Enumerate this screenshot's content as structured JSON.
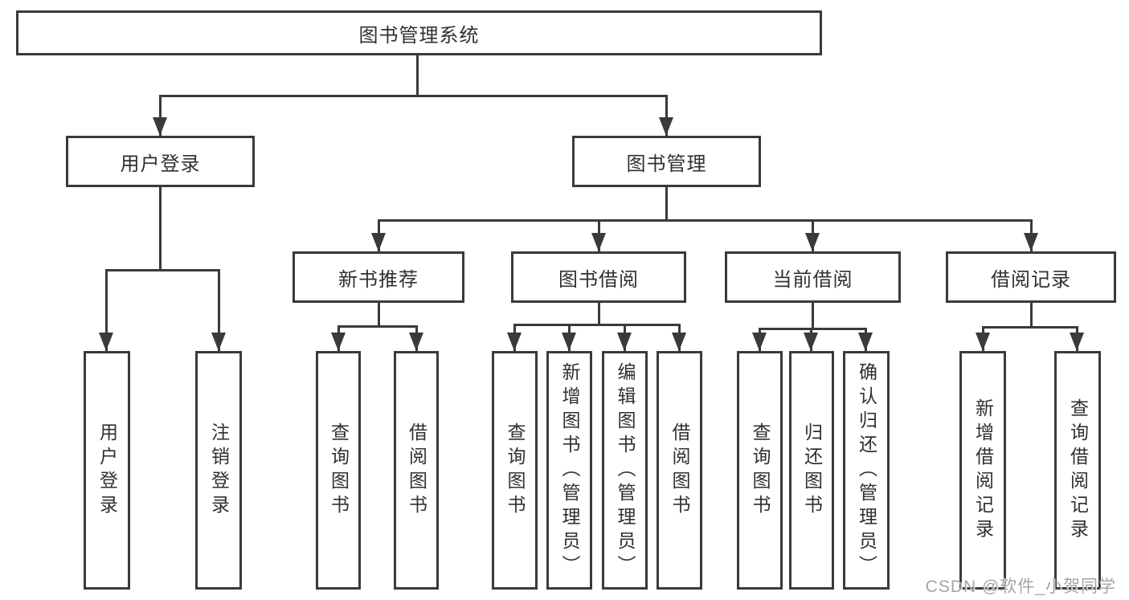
{
  "tree": {
    "label": "图书管理系统",
    "children": [
      {
        "label": "用户登录",
        "children": [
          {
            "label": "用户登录"
          },
          {
            "label": "注销登录"
          }
        ]
      },
      {
        "label": "图书管理",
        "children": [
          {
            "label": "新书推荐",
            "children": [
              {
                "label": "查询图书"
              },
              {
                "label": "借阅图书"
              }
            ]
          },
          {
            "label": "图书借阅",
            "children": [
              {
                "label": "查询图书"
              },
              {
                "label": "新增图书（管理员）"
              },
              {
                "label": "编辑图书（管理员）"
              },
              {
                "label": "借阅图书"
              }
            ]
          },
          {
            "label": "当前借阅",
            "children": [
              {
                "label": "查询图书"
              },
              {
                "label": "归还图书"
              },
              {
                "label": "确认归还（管理员）"
              }
            ]
          },
          {
            "label": "借阅记录",
            "children": [
              {
                "label": "新增借阅记录"
              },
              {
                "label": "查询借阅记录"
              }
            ]
          }
        ]
      }
    ]
  },
  "watermark": {
    "text": "CSDN @软件_小贺同学"
  },
  "colors": {
    "line": "#3a3a3a",
    "text": "#303030",
    "watermark": "#a5a5a8",
    "background": "#ffffff"
  }
}
